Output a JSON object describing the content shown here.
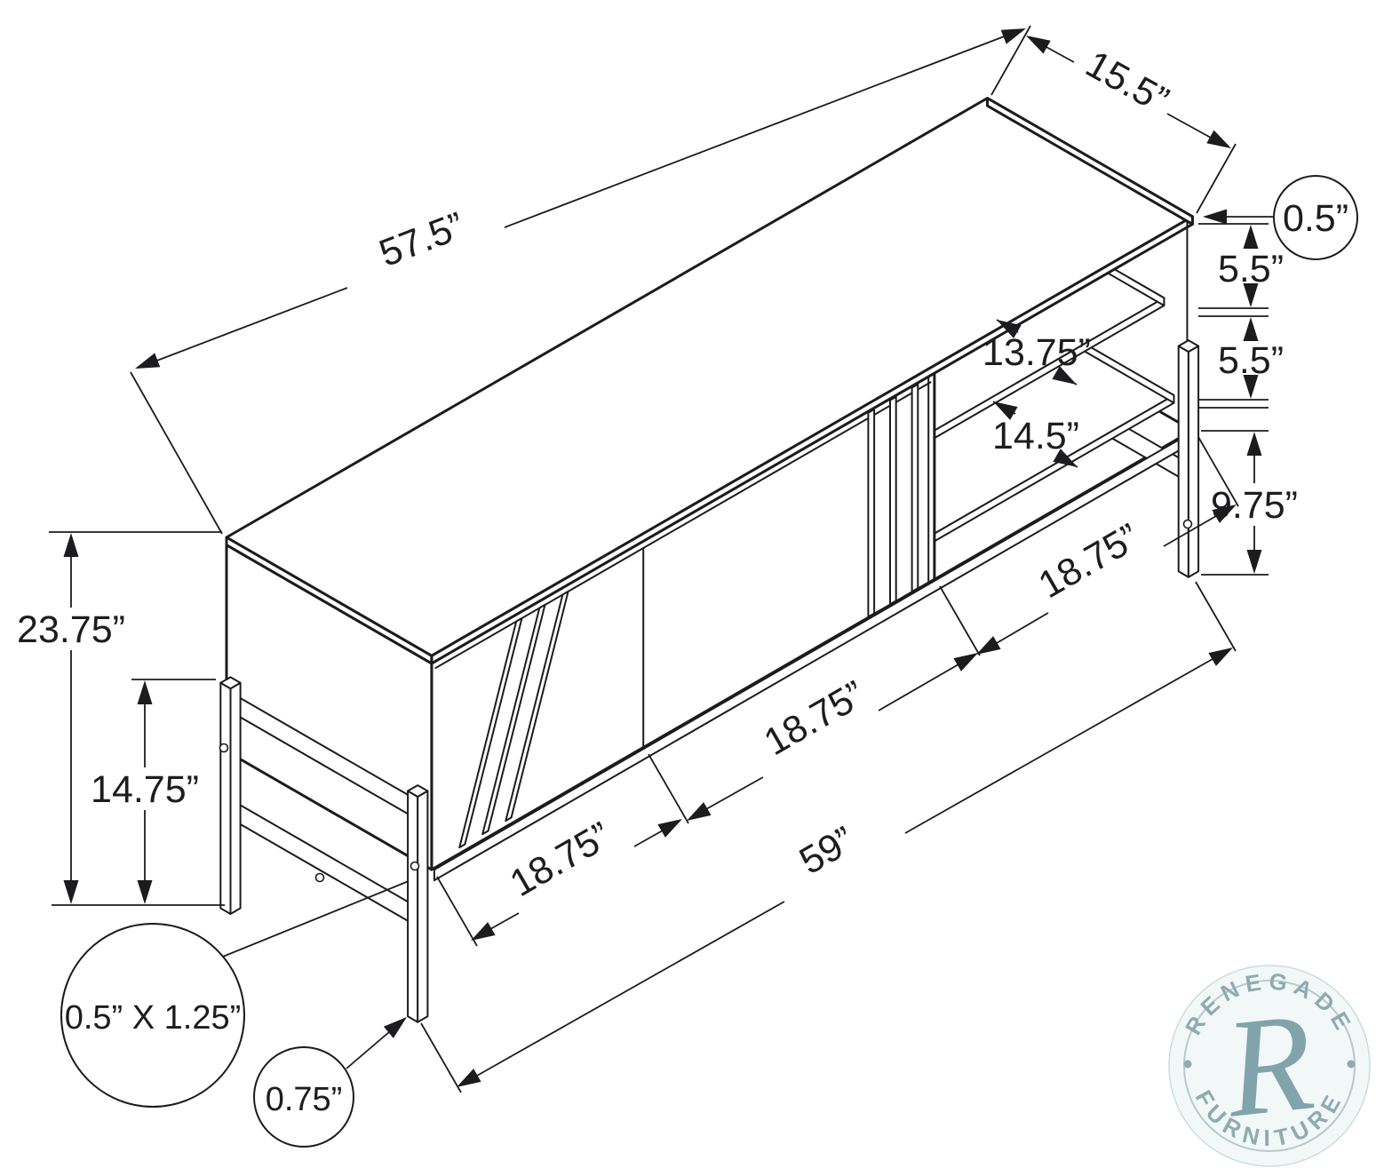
{
  "diagram": {
    "kind": "isometric dimension line drawing",
    "background": "#ffffff",
    "ink_color": "#1c1c1e"
  },
  "dimensions": {
    "top_length": "57.5”",
    "top_depth": "15.5”",
    "top_thickness": "0.5”",
    "upper_opening_height": "5.5”",
    "lower_opening_height": "5.5”",
    "upper_shelf_depth": "13.75”",
    "lower_shelf_depth": "14.5”",
    "leg_clearance": "9.75”",
    "left_door_width": "18.75”",
    "middle_door_width": "18.75”",
    "right_door_width": "18.75”",
    "overall_length": "59”",
    "overall_height": "23.75”",
    "leg_frame_height": "14.75”",
    "frame_tube_profile": "0.5” X 1.25”",
    "leg_tube_size": "0.75”"
  },
  "watermark": {
    "arc_top": "RENEGADE",
    "arc_bottom": "FURNITURE",
    "monogram": "R",
    "badge_bg": "#f2f7f7",
    "ring_color": "#b6c8cb",
    "text_color": "#8ba8ac",
    "monogram_color": "#7ca0a9"
  }
}
